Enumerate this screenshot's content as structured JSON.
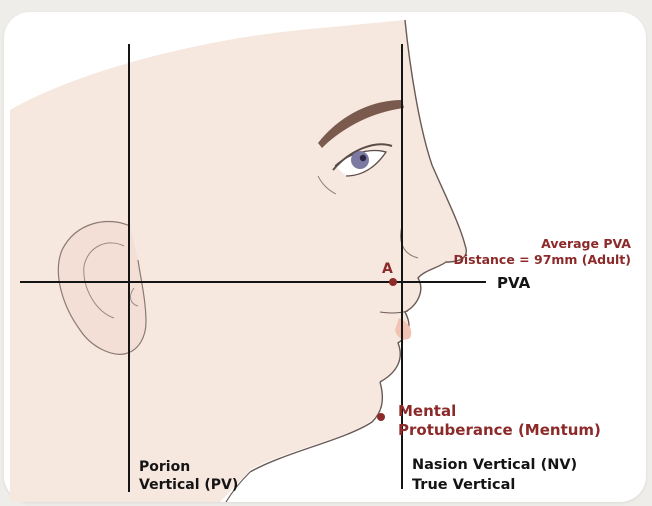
{
  "labels": {
    "average_pva_line1": "Average PVA",
    "average_pva_line2": "Distance = 97mm (Adult)",
    "point_a": "A",
    "pva": "PVA",
    "mental_line1": "Mental",
    "mental_line2": "Protuberance (Mentum)",
    "porion_line1": "Porion",
    "porion_line2": "Vertical (PV)",
    "nasion_vertical": "Nasion Vertical (NV)",
    "true_vertical": "True Vertical"
  },
  "colors": {
    "line": "#141414",
    "accent_red": "#8c2a2a",
    "skin": "#f6e7df",
    "outline": "#6a5a55",
    "brow": "#7a5a4c",
    "iris": "#7c79a3",
    "lip": "#f2c2b3"
  }
}
